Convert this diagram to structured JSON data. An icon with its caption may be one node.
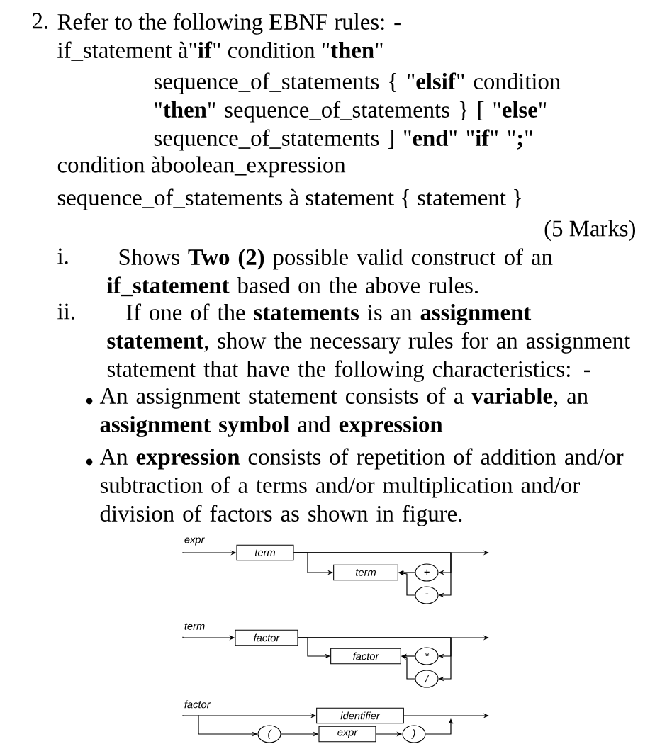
{
  "diagram": {
    "nodes": [
      {
        "text": [
          "expr"
        ]
      },
      {
        "text": [
          "term"
        ]
      },
      {
        "text": [
          "term"
        ]
      },
      {
        "text": [
          "+"
        ]
      },
      {
        "text": [
          "-"
        ]
      },
      {
        "text": [
          "term"
        ]
      },
      {
        "text": [
          "factor"
        ]
      },
      {
        "text": [
          "factor"
        ]
      },
      {
        "text": [
          "*"
        ]
      },
      {
        "text": [
          "/"
        ]
      },
      {
        "text": [
          "factor"
        ]
      },
      {
        "text": [
          "identifier"
        ]
      },
      {
        "text": [
          "("
        ]
      },
      {
        "text": [
          "expr"
        ]
      },
      {
        "text": [
          ")"
        ]
      }
    ],
    "edges": [
      {
        "from": 0,
        "to": 1,
        "arrow": "to"
      },
      {
        "from": 1,
        "to": null,
        "arrow": "to"
      },
      {
        "from": 1,
        "to": 2,
        "arrow": "to"
      },
      {
        "from": 1,
        "to": 3,
        "arrow": "to"
      },
      {
        "from": 1,
        "to": 4,
        "arrow": "to"
      },
      {
        "from": 3,
        "to": 2,
        "arrow": "to"
      },
      {
        "from": 4,
        "to": 2,
        "arrow": "to"
      },
      {
        "from": 5,
        "to": 6,
        "arrow": "to"
      },
      {
        "from": 6,
        "to": null,
        "arrow": "to"
      },
      {
        "from": 6,
        "to": 7,
        "arrow": "to"
      },
      {
        "from": 6,
        "to": 8,
        "arrow": "to"
      },
      {
        "from": 6,
        "to": 9,
        "arrow": "to"
      },
      {
        "from": 8,
        "to": 7,
        "arrow": "to"
      },
      {
        "from": 9,
        "to": 7,
        "arrow": "to"
      },
      {
        "from": 10,
        "to": 11,
        "arrow": "to"
      },
      {
        "from": 11,
        "to": null,
        "arrow": "to"
      },
      {
        "from": 10,
        "to": 12,
        "arrow": "to"
      },
      {
        "from": 12,
        "to": 13,
        "arrow": "to"
      },
      {
        "from": 13,
        "to": 14,
        "arrow": "to"
      },
      {
        "from": 14,
        "to": null,
        "arrow": "to"
      }
    ],
    "labels": [
      "2.",
      "Refer to the following EBNF rules: -",
      "if_statement à\"**if**\" condition \"**then**\"",
      "sequence_of_statements { \"**elsif**\" condition \"**then**\" sequence_of_statements } [ \"**else**\" sequence_of_statements ] \"**end**\" \"**if**\" \"**;**\"",
      "condition àboolean_expression",
      "sequence_of_statements à statement { statement }",
      "(5 Marks)",
      "i.",
      "Shows **Two (2)** possible valid construct of an **if_statement** based on the above rules.",
      "ii.",
      "If one of the **statements** is an **assignment statement**, show the necessary rules for an assignment statement that have the following characteristics: -",
      "An assignment statement consists of a **variable**, an **assignment symbol** and **expression**",
      "An **expression** consists of repetition of addition and/or subtraction of a terms and/or multiplication and/or division of factors as shown in figure."
    ]
  }
}
